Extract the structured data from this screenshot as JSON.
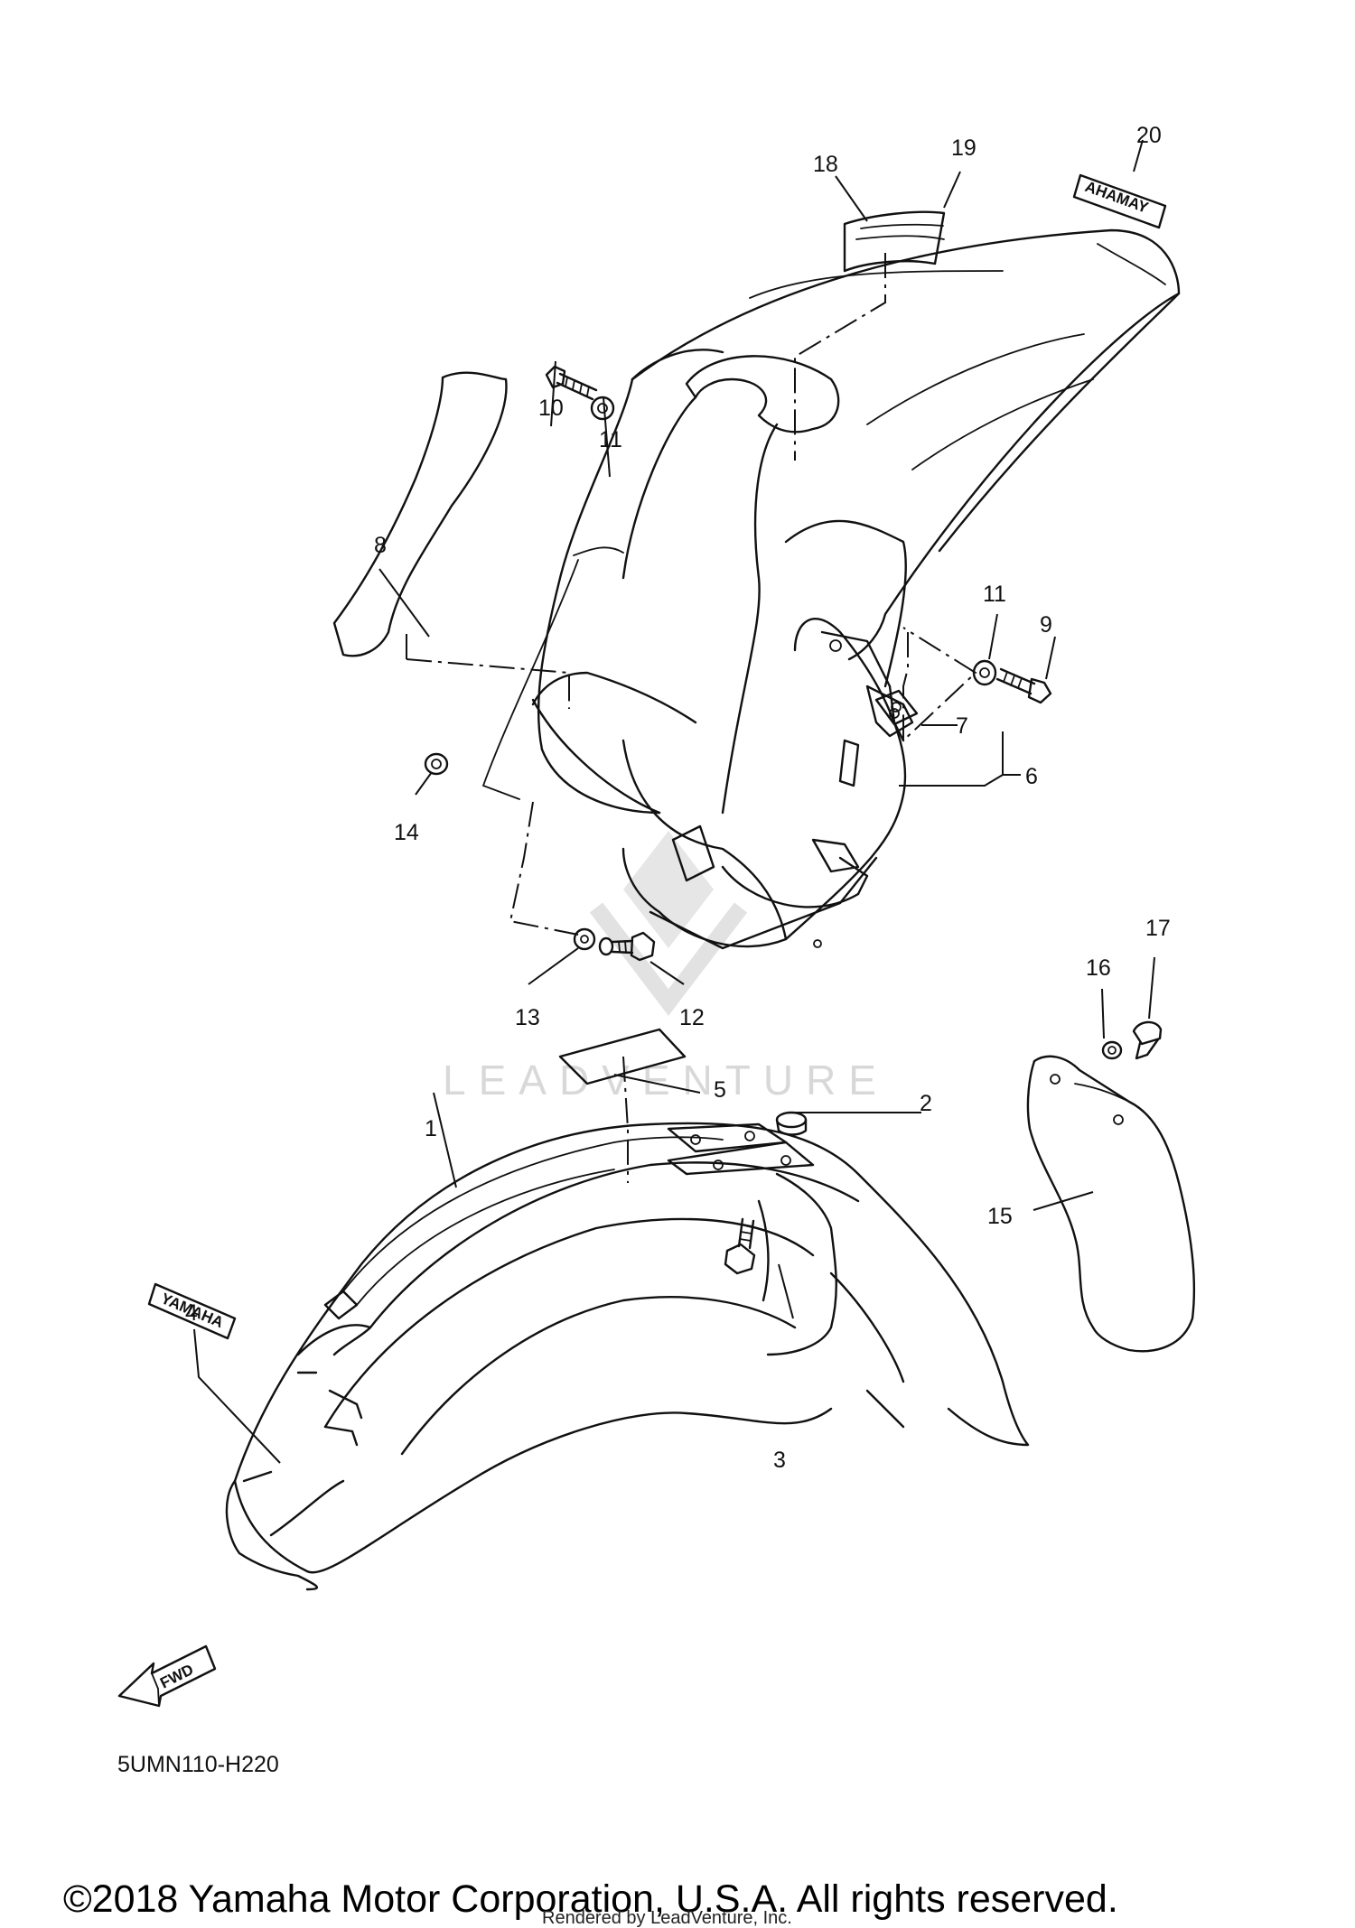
{
  "callouts": [
    "1",
    "2",
    "3",
    "4",
    "5",
    "6",
    "7",
    "8",
    "9",
    "10",
    "11",
    "11",
    "12",
    "13",
    "14",
    "15",
    "16",
    "17",
    "18",
    "19",
    "20"
  ],
  "decals": {
    "front_fender_logo": "YAMAHA",
    "rear_fender_logo": "YAMAHA"
  },
  "fwd_arrow_label": "FWD",
  "diagram_code": "5UMN110-H220",
  "copyright": "©2018 Yamaha Motor Corporation, U.S.A. All rights reserved.",
  "rendered_by": "Rendered by LeadVenture, Inc.",
  "watermark": "LEADVENTURE"
}
